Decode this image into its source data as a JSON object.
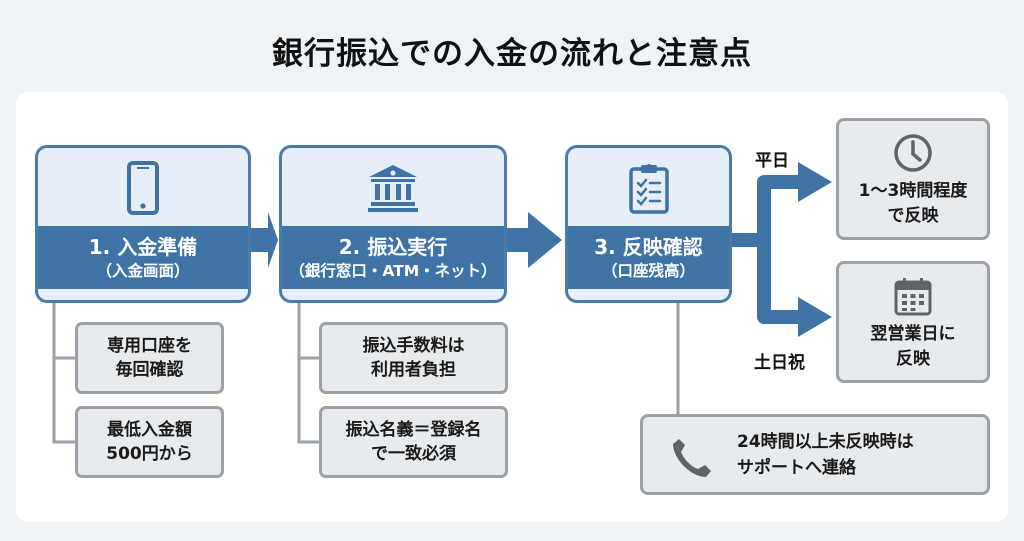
{
  "title": "銀行振込での入金の流れと注意点",
  "colors": {
    "accent": "#3f73a6",
    "card_bg": "#e6eef7",
    "note_bg": "#e8ebee",
    "note_border": "#9aa1a8",
    "page_bg": "#eef3f8"
  },
  "steps": [
    {
      "icon": "smartphone-icon",
      "label": "1. 入金準備",
      "sub": "（入金画面）",
      "notes": [
        "専用口座を\n毎回確認",
        "最低入金額\n500円から"
      ]
    },
    {
      "icon": "bank-icon",
      "label": "2. 振込実行",
      "sub": "（銀行窓口・ATM・ネット）",
      "notes": [
        "振込手数料は\n利用者負担",
        "振込名義＝登録名\nで一致必須"
      ]
    },
    {
      "icon": "clipboard-checklist-icon",
      "label": "3. 反映確認",
      "sub": "（口座残高）"
    }
  ],
  "branches": [
    {
      "label": "平日",
      "icon": "clock-icon",
      "result": "1〜3時間程度\nで反映"
    },
    {
      "label": "土日祝",
      "icon": "calendar-icon",
      "result": "翌営業日に\n反映"
    }
  ],
  "support": {
    "icon": "phone-icon",
    "text_line1": "24時間以上未反映時は",
    "text_line2": "サポートへ連絡"
  }
}
